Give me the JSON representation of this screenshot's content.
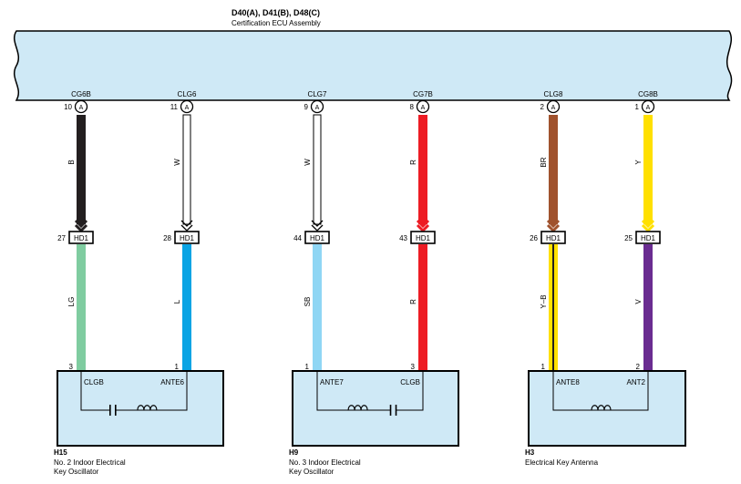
{
  "ecu": {
    "title": "D40(A), D41(B), D48(C)",
    "subtitle": "Certification ECU Assembly"
  },
  "colors": {
    "panel_fill": "#cfe9f6",
    "outline": "#000000",
    "white_wire": "#ffffff"
  },
  "circuits": [
    {
      "ecu_terminal": "CG6B",
      "ecu_pin": "10",
      "ecu_conn": "A",
      "upper_code": "B",
      "upper_color": "#231f20",
      "upper_stripe": "",
      "junction": "HD1",
      "junction_pin": "27",
      "lower_code": "LG",
      "lower_color": "#7fcca0",
      "lower_stripe": "",
      "device_pin": "3",
      "device_terminal": "CLGB"
    },
    {
      "ecu_terminal": "CLG6",
      "ecu_pin": "11",
      "ecu_conn": "A",
      "upper_code": "W",
      "upper_color": "#ffffff",
      "upper_stripe": "",
      "junction": "HD1",
      "junction_pin": "28",
      "lower_code": "L",
      "lower_color": "#0aa4e4",
      "lower_stripe": "",
      "device_pin": "1",
      "device_terminal": "ANTE6"
    },
    {
      "ecu_terminal": "CLG7",
      "ecu_pin": "9",
      "ecu_conn": "A",
      "upper_code": "W",
      "upper_color": "#ffffff",
      "upper_stripe": "",
      "junction": "HD1",
      "junction_pin": "44",
      "lower_code": "SB",
      "lower_color": "#8fd6f4",
      "lower_stripe": "",
      "device_pin": "1",
      "device_terminal": "ANTE7"
    },
    {
      "ecu_terminal": "CG7B",
      "ecu_pin": "8",
      "ecu_conn": "A",
      "upper_code": "R",
      "upper_color": "#ed1c24",
      "upper_stripe": "",
      "junction": "HD1",
      "junction_pin": "43",
      "lower_code": "R",
      "lower_color": "#ed1c24",
      "lower_stripe": "",
      "device_pin": "3",
      "device_terminal": "CLGB"
    },
    {
      "ecu_terminal": "CLG8",
      "ecu_pin": "2",
      "ecu_conn": "A",
      "upper_code": "BR",
      "upper_color": "#a0522d",
      "upper_stripe": "",
      "junction": "HD1",
      "junction_pin": "26",
      "lower_code": "Y–B",
      "lower_color": "#ffe000",
      "lower_stripe": "#231f20",
      "device_pin": "1",
      "device_terminal": "ANTE8"
    },
    {
      "ecu_terminal": "CG8B",
      "ecu_pin": "1",
      "ecu_conn": "A",
      "upper_code": "Y",
      "upper_color": "#ffe000",
      "upper_stripe": "",
      "junction": "HD1",
      "junction_pin": "25",
      "lower_code": "V",
      "lower_color": "#6a2c91",
      "lower_stripe": "",
      "device_pin": "2",
      "device_terminal": "ANT2"
    }
  ],
  "devices": [
    {
      "code": "H15",
      "line1": "No.  2 Indoor Electrical",
      "line2": "Key Oscillator",
      "symbol": "capacitor-coil"
    },
    {
      "code": "H9",
      "line1": "No.  3 Indoor Electrical",
      "line2": "Key Oscillator",
      "symbol": "coil-capacitor"
    },
    {
      "code": "H3",
      "line1": "Electrical Key Antenna",
      "line2": "",
      "symbol": "coil"
    }
  ]
}
